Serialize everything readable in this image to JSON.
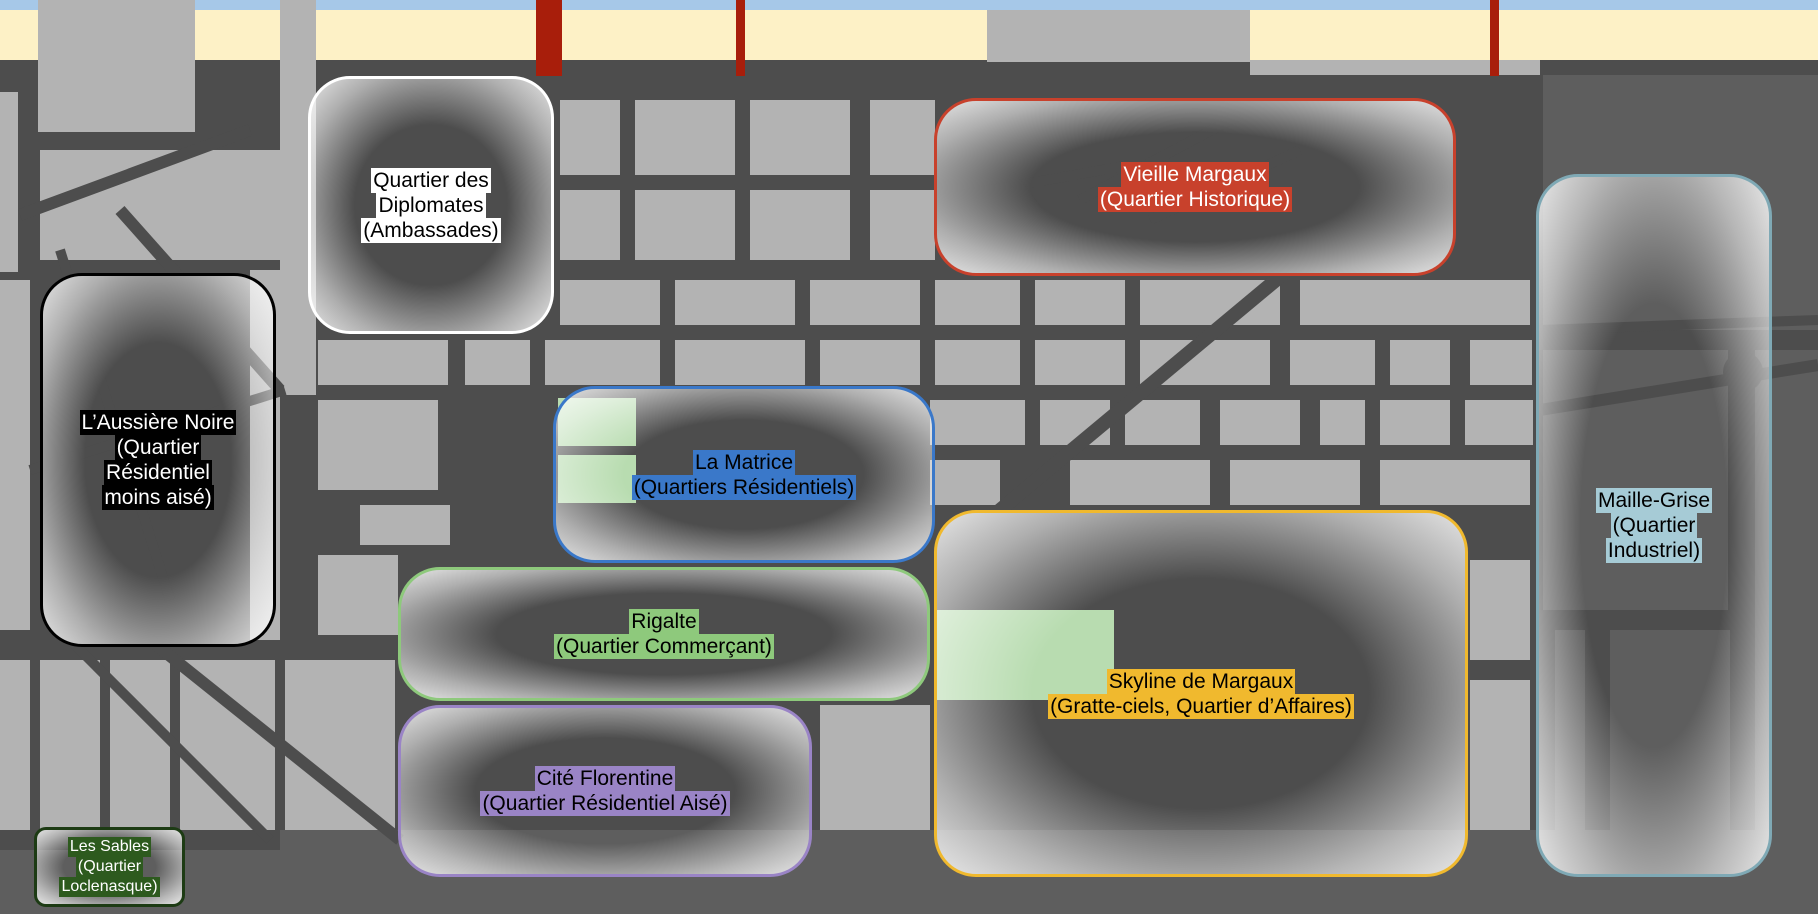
{
  "colors": {
    "sky": "#a6c8e8",
    "beach": "#fdf1c6",
    "road": "#4d4d4d",
    "block": "#b3b3b3",
    "park": "#b8dcb0",
    "pier": "#a81e0b"
  },
  "districts": {
    "diplomates": {
      "lines": [
        "Quartier des",
        "Diplomates",
        "(Ambassades)"
      ],
      "color": "#ffffff"
    },
    "vieille": {
      "lines": [
        "Vieille Margaux",
        "(Quartier Historique)"
      ],
      "color": "#c8412c"
    },
    "aussiere": {
      "lines": [
        "L’Aussière Noire",
        "(Quartier",
        "Résidentiel",
        "moins aisé)"
      ],
      "color": "#000000"
    },
    "matrice": {
      "lines": [
        "La Matrice",
        "(Quartiers Résidentiels)"
      ],
      "color": "#3a78c9"
    },
    "rigalte": {
      "lines": [
        "Rigalte",
        "(Quartier Commerçant)"
      ],
      "color": "#8ec97c"
    },
    "florentine": {
      "lines": [
        "Cité Florentine",
        "(Quartier Résidentiel Aisé)"
      ],
      "color": "#9a84c6"
    },
    "skyline": {
      "lines": [
        "Skyline de Margaux",
        "(Gratte-ciels, Quartier d’Affaires)"
      ],
      "color": "#f0b92e"
    },
    "maille": {
      "lines": [
        "Maille-Grise",
        "(Quartier",
        "Industriel)"
      ],
      "color": "#a6cbd6"
    },
    "sables": {
      "lines": [
        "Les Sables",
        "(Quartier",
        "Loclenasque)"
      ],
      "color": "#2d5a1e"
    }
  }
}
